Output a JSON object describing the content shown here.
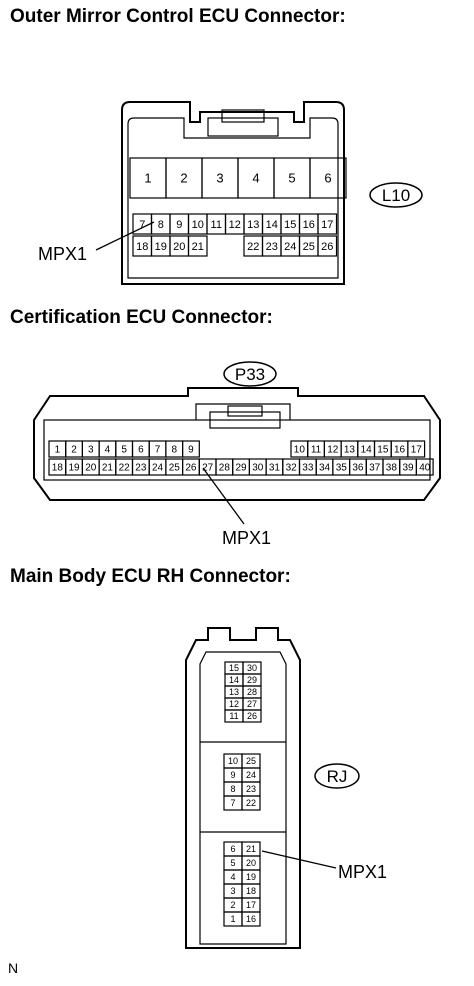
{
  "sections": [
    {
      "title": "Outer Mirror Control ECU Connector:",
      "code": "L10",
      "signal": "MPX1",
      "large_pins": [
        "1",
        "2",
        "3",
        "4",
        "5",
        "6"
      ],
      "top_pins": [
        "7",
        "8",
        "9",
        "10",
        "11",
        "12",
        "13",
        "14",
        "15",
        "16",
        "17"
      ],
      "bottom_left_pins": [
        "18",
        "19",
        "20",
        "21"
      ],
      "bottom_right_pins": [
        "22",
        "23",
        "24",
        "25",
        "26"
      ]
    },
    {
      "title": "Certification ECU Connector:",
      "code": "P33",
      "signal": "MPX1",
      "top_left_pins": [
        "1",
        "2",
        "3",
        "4",
        "5",
        "6",
        "7",
        "8",
        "9"
      ],
      "top_right_pins": [
        "10",
        "11",
        "12",
        "13",
        "14",
        "15",
        "16",
        "17"
      ],
      "bottom_pins": [
        "18",
        "19",
        "20",
        "21",
        "22",
        "23",
        "24",
        "25",
        "26",
        "27",
        "28",
        "29",
        "30",
        "31",
        "32",
        "33",
        "34",
        "35",
        "36",
        "37",
        "38",
        "39",
        "40"
      ]
    },
    {
      "title": "Main Body ECU RH Connector:",
      "code": "RJ",
      "signal": "MPX1",
      "block1": [
        [
          "15",
          "30"
        ],
        [
          "14",
          "29"
        ],
        [
          "13",
          "28"
        ],
        [
          "12",
          "27"
        ],
        [
          "11",
          "26"
        ]
      ],
      "block2": [
        [
          "10",
          "25"
        ],
        [
          "9",
          "24"
        ],
        [
          "8",
          "23"
        ],
        [
          "7",
          "22"
        ]
      ],
      "block3": [
        [
          "6",
          "21"
        ],
        [
          "5",
          "20"
        ],
        [
          "4",
          "19"
        ],
        [
          "3",
          "18"
        ],
        [
          "2",
          "17"
        ],
        [
          "1",
          "16"
        ]
      ]
    }
  ],
  "footer": "N"
}
